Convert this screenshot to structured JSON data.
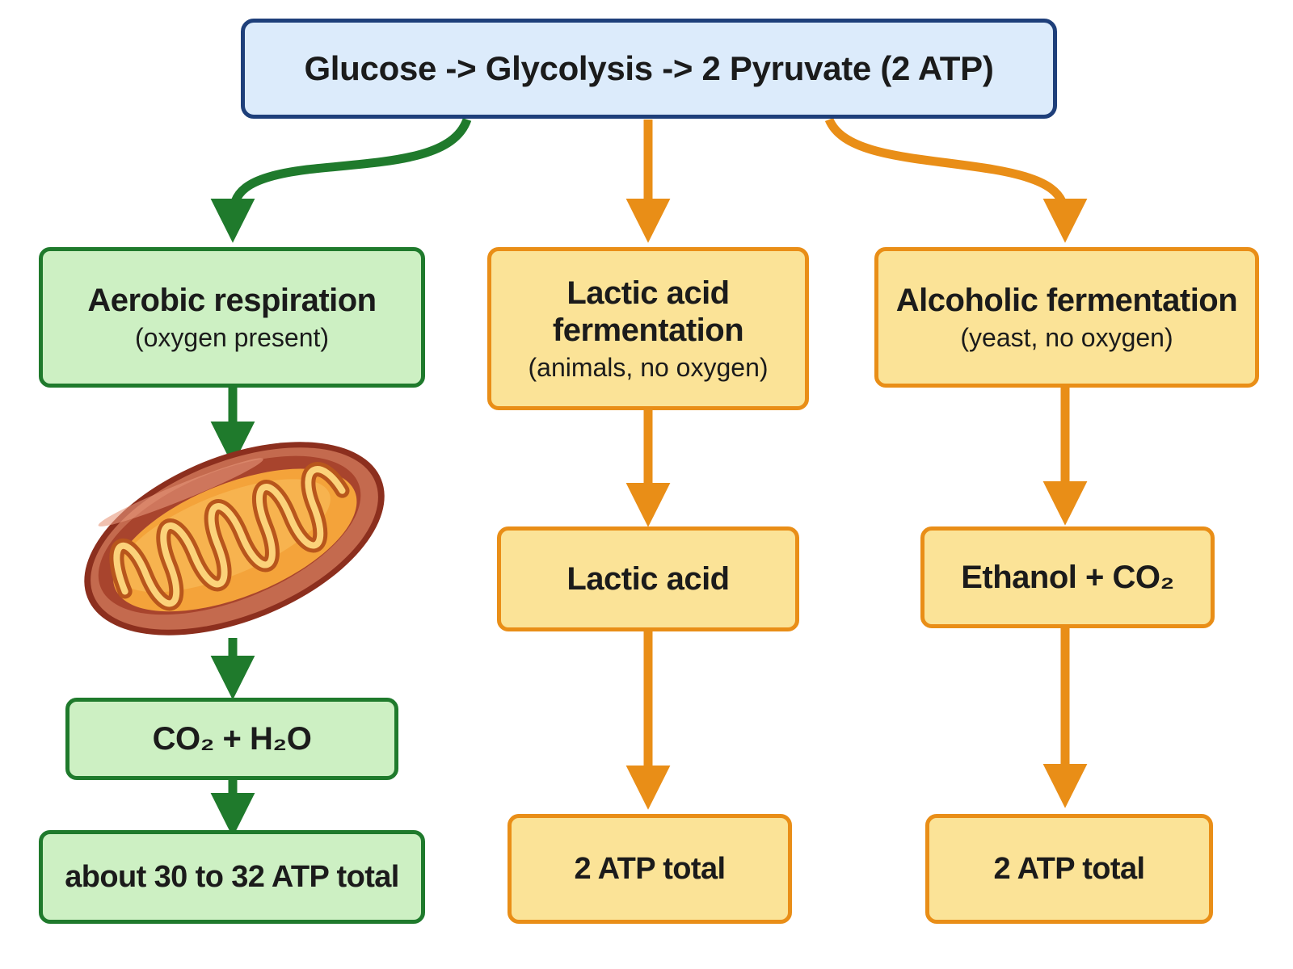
{
  "top": {
    "label": "Glucose -> Glycolysis -> 2 Pyruvate (2 ATP)"
  },
  "aerobic": {
    "title": "Aerobic respiration",
    "subtitle": "(oxygen present)",
    "product": "CO₂ + H₂O",
    "total": "about 30 to 32 ATP total"
  },
  "lactic": {
    "title_line1": "Lactic acid",
    "title_line2": "fermentation",
    "subtitle": "(animals, no oxygen)",
    "product": "Lactic acid",
    "total": "2 ATP total"
  },
  "alcoholic": {
    "title": "Alcoholic fermentation",
    "subtitle": "(yeast, no oxygen)",
    "product": "Ethanol + CO₂",
    "total": "2 ATP total"
  },
  "icons": {
    "organelle": "mitochondrion-icon"
  },
  "colors": {
    "top_fill": "#dcebfb",
    "top_border": "#1e3f7a",
    "green_fill": "#cdf0c3",
    "green_border": "#1f7a2c",
    "orange_fill": "#fbe397",
    "orange_border": "#e98e17"
  }
}
